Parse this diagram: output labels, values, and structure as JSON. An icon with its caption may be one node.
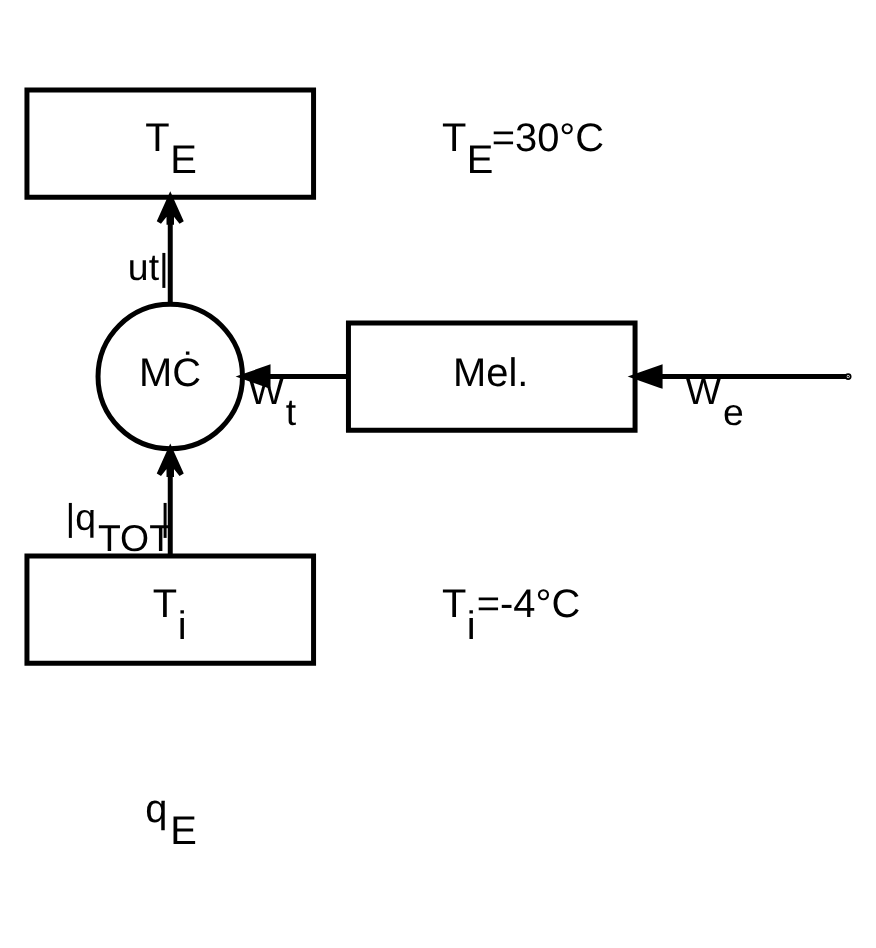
{
  "diagram": {
    "nodes": [
      {
        "text": [
          "T$_{E}$"
        ]
      },
      {
        "text": [
          "MĊ"
        ]
      },
      {
        "text": [
          "Mel."
        ]
      },
      {
        "text": [
          "T$_{i}$"
        ]
      }
    ],
    "edges": [
      {
        "from": 1,
        "to": 0,
        "arrow": "to",
        "label": "ut|"
      },
      {
        "from": 2,
        "to": 1,
        "arrow": "to",
        "label": "W$_{t}$"
      },
      {
        "from": null,
        "to": 2,
        "arrow": "to",
        "label": "W$_{e}$"
      },
      {
        "from": 3,
        "to": 1,
        "arrow": "to",
        "label": "|q$_{TOT}$|"
      }
    ],
    "labels": [
      "T$_{E}$=30°C",
      "T$_{i}$=-4°C",
      "q$_{E}$"
    ]
  }
}
